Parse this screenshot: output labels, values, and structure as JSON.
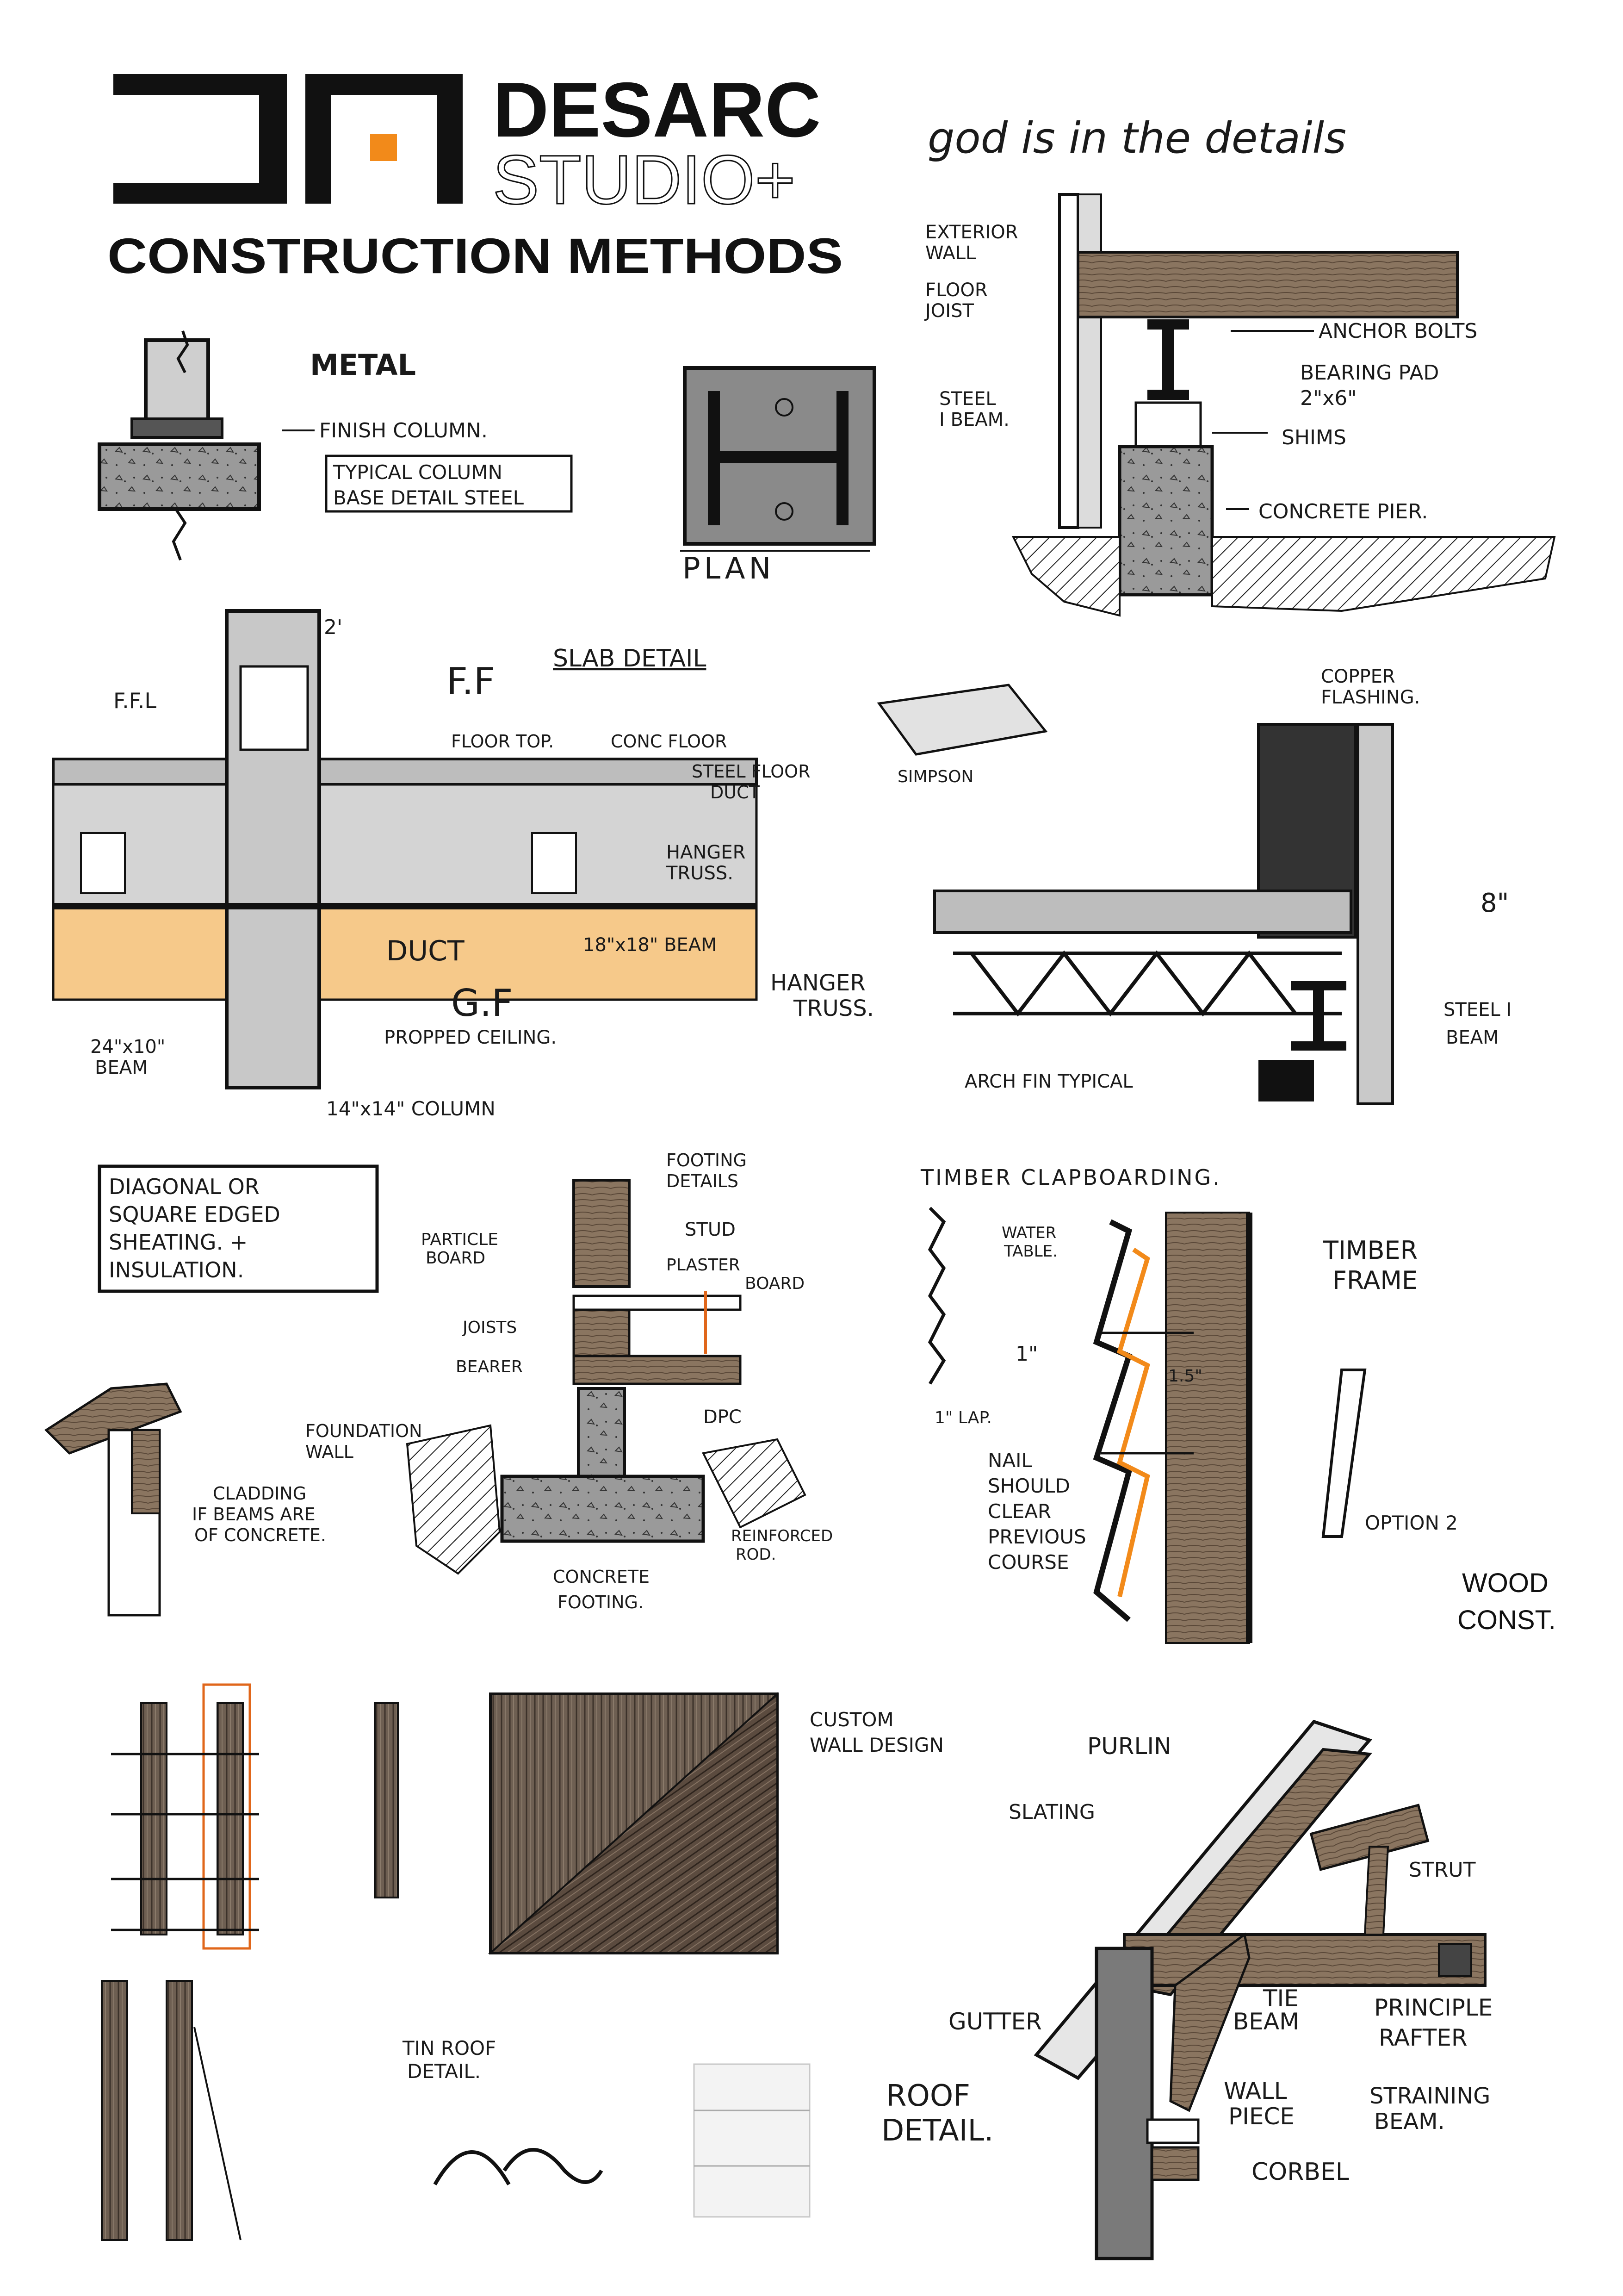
{
  "header": {
    "brand_line1": "DESARC",
    "brand_line2": "STUDIO+",
    "title": "CONSTRUCTION METHODS",
    "tagline": "god is in the details",
    "accent_color": "#f28a1a"
  },
  "metal_column": {
    "heading": "METAL",
    "finish_label": "FINISH COLUMN.",
    "caption_line1": "TYPICAL COLUMN",
    "caption_line2": "BASE DETAIL STEEL"
  },
  "plan": {
    "label": "PLAN"
  },
  "steel_beam_pier": {
    "exterior_wall": [
      "EXTERIOR",
      "WALL"
    ],
    "floor_joist": [
      "FLOOR",
      "JOIST"
    ],
    "anchor_bolts": "ANCHOR BOLTS",
    "bearing_pad": [
      "BEARING PAD",
      "2\"x6\""
    ],
    "steel_i_beam": [
      "STEEL",
      "I BEAM."
    ],
    "shims": "SHIMS",
    "concrete_pier": "CONCRETE PIER."
  },
  "slab_detail": {
    "heading": "SLAB DETAIL",
    "dim_2": "2'",
    "ff": "F.F",
    "ffl": "F.F.L",
    "floor_top": "FLOOR TOP.",
    "conc_floor": "CONC FLOOR",
    "steel_floor_duct": [
      "STEEL FLOOR",
      "DUCT"
    ],
    "hanger_truss": [
      "HANGER",
      "TRUSS."
    ],
    "beam_18": "18\"x18\" BEAM",
    "duct": "DUCT",
    "gf": "G.F",
    "beam_24": [
      "24\"x10\"",
      "BEAM"
    ],
    "propped_ceiling": "PROPPED CEILING.",
    "column": "14\"x14\" COLUMN"
  },
  "truss_detail": {
    "simpson": "SIMPSON",
    "copper_flashing": [
      "COPPER",
      "FLASHING."
    ],
    "dim_8": "8\"",
    "hanger_truss": [
      "HANGER",
      "TRUSS."
    ],
    "steel_i_beam": [
      "STEEL I",
      "BEAM"
    ],
    "arch_fin": "ARCH FIN TYPICAL"
  },
  "footing": {
    "note": [
      "DIAGONAL OR",
      "SQUARE EDGED",
      "SHEATING. +",
      "INSULATION."
    ],
    "footing_details": [
      "FOOTING",
      "DETAILS"
    ],
    "stud": "STUD",
    "particle_board": [
      "PARTICLE",
      "BOARD"
    ],
    "plaster_board": [
      "PLASTER",
      "BOARD"
    ],
    "joists": "JOISTS",
    "bearer": "BEARER",
    "dpc": "DPC",
    "foundation_wall": [
      "FOUNDATION",
      "WALL"
    ],
    "cladding": [
      "CLADDING",
      "IF BEAMS ARE",
      "OF CONCRETE."
    ],
    "reinforced_rod": [
      "REINFORCED",
      "ROD."
    ],
    "concrete_footing": [
      "CONCRETE",
      "FOOTING."
    ]
  },
  "clapboarding": {
    "heading": "TIMBER CLAPBOARDING.",
    "water_table": [
      "WATER",
      "TABLE."
    ],
    "timber_frame": [
      "TIMBER",
      "FRAME"
    ],
    "dim_1": "1\"",
    "dim_15": "1.5\"",
    "lap": "1\" LAP.",
    "nail_note": [
      "NAIL",
      "SHOULD",
      "CLEAR",
      "PREVIOUS",
      "COURSE"
    ],
    "option2": "OPTION 2",
    "wood_const": [
      "WOOD",
      "CONST."
    ]
  },
  "custom_wall": {
    "label": [
      "CUSTOM",
      "WALL DESIGN"
    ]
  },
  "tin_roof": {
    "label": [
      "TIN ROOF",
      "DETAIL."
    ]
  },
  "roof_detail": {
    "purlin": "PURLIN",
    "slating": "SLATING",
    "strut": "STRUT",
    "gutter": "GUTTER",
    "tie_beam": [
      "TIE",
      "BEAM"
    ],
    "principle_rafter": [
      "PRINCIPLE",
      "RAFTER"
    ],
    "title": [
      "ROOF",
      "DETAIL."
    ],
    "wall_piece": [
      "WALL",
      "PIECE"
    ],
    "straining_beam": [
      "STRAINING",
      "BEAM."
    ],
    "corbel": "CORBEL"
  }
}
